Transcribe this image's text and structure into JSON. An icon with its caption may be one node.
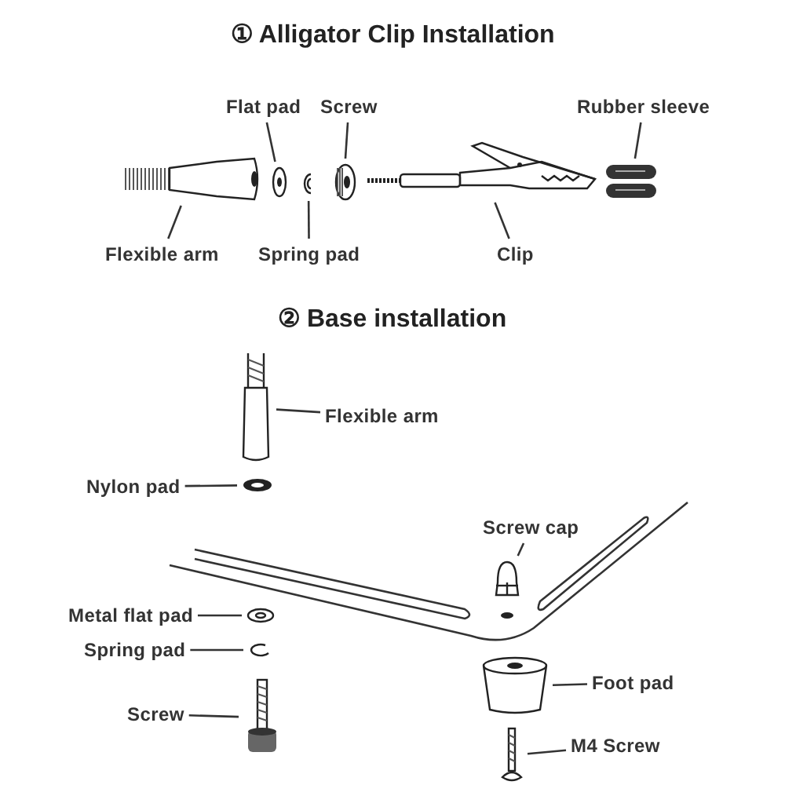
{
  "diagram": {
    "nodes": [
      {
        "text": [
          "Flexible arm"
        ]
      },
      {
        "text": [],
        "shape": "picture"
      },
      {
        "text": [
          "Flat pad"
        ]
      },
      {
        "text": [],
        "shape": "picture"
      },
      {
        "text": [
          "Screw"
        ]
      },
      {
        "text": [],
        "shape": "picture"
      },
      {
        "text": [
          "Spring pad"
        ]
      },
      {
        "text": [],
        "shape": "picture"
      },
      {
        "text": [
          "Clip"
        ]
      },
      {
        "text": [],
        "shape": "picture"
      },
      {
        "text": [
          "Rubber sleeve"
        ]
      },
      {
        "text": [],
        "shape": "picture"
      },
      {
        "text": [
          "Flexible arm"
        ]
      },
      {
        "text": [],
        "shape": "picture"
      },
      {
        "text": [
          "Nylon pad"
        ]
      },
      {
        "text": [],
        "shape": "picture"
      },
      {
        "text": [
          "Screw cap"
        ]
      },
      {
        "text": [],
        "shape": "picture"
      },
      {
        "text": [
          "Metal flat pad"
        ]
      },
      {
        "text": [],
        "shape": "picture"
      },
      {
        "text": [
          "Spring pad"
        ]
      },
      {
        "text": [],
        "shape": "picture"
      },
      {
        "text": [
          "Screw"
        ]
      },
      {
        "text": [],
        "shape": "picture"
      },
      {
        "text": [
          "Foot pad"
        ]
      },
      {
        "text": [],
        "shape": "picture"
      },
      {
        "text": [
          "M4 Screw"
        ]
      },
      {
        "text": [],
        "shape": "picture"
      }
    ],
    "edges": [
      {
        "from": 0,
        "to": 1,
        "arrow": "none"
      },
      {
        "from": 2,
        "to": 3,
        "arrow": "none"
      },
      {
        "from": 4,
        "to": 5,
        "arrow": "none"
      },
      {
        "from": 6,
        "to": 7,
        "arrow": "none"
      },
      {
        "from": 8,
        "to": 9,
        "arrow": "none"
      },
      {
        "from": 10,
        "to": 11,
        "arrow": "none"
      },
      {
        "from": 12,
        "to": 13,
        "arrow": "none"
      },
      {
        "from": 14,
        "to": 15,
        "arrow": "none"
      },
      {
        "from": 16,
        "to": 17,
        "arrow": "none"
      },
      {
        "from": 18,
        "to": 19,
        "arrow": "none"
      },
      {
        "from": 20,
        "to": 21,
        "arrow": "none"
      },
      {
        "from": 22,
        "to": 23,
        "arrow": "none"
      },
      {
        "from": 24,
        "to": 25,
        "arrow": "none"
      },
      {
        "from": 26,
        "to": 27,
        "arrow": "none"
      }
    ],
    "labels": [
      "① Alligator Clip Installation",
      "② Base installation"
    ]
  }
}
